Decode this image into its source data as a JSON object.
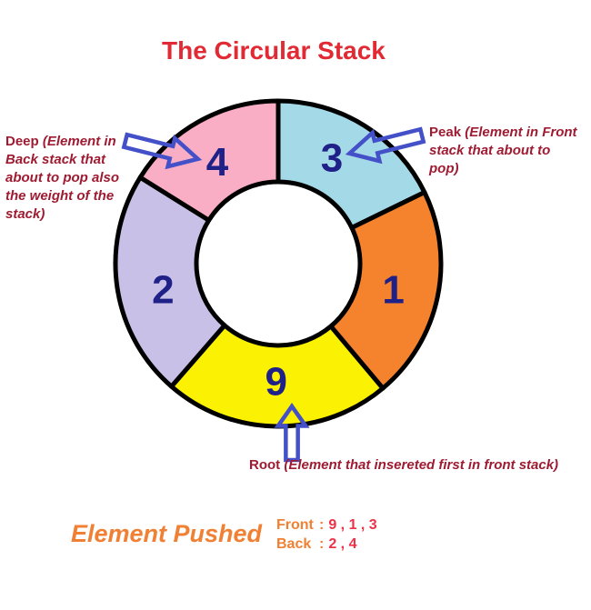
{
  "title": {
    "text": "The Circular Stack",
    "color": "#E12A33"
  },
  "donut": {
    "outline_color": "#000000",
    "number_color": "#1F2189",
    "segments": [
      {
        "label": "3",
        "color": "#A4D9E7",
        "start_angle": 0,
        "end_angle": 64,
        "label_angle": 27
      },
      {
        "label": "1",
        "color": "#F5822D",
        "start_angle": 64,
        "end_angle": 140,
        "label_angle": 103
      },
      {
        "label": "9",
        "color": "#FBF102",
        "start_angle": 140,
        "end_angle": 221,
        "label_angle": 181
      },
      {
        "label": "2",
        "color": "#C8C0E6",
        "start_angle": 221,
        "end_angle": 302,
        "label_angle": 257
      },
      {
        "label": "4",
        "color": "#F9AEC6",
        "start_angle": 302,
        "end_angle": 360,
        "label_angle": 329
      }
    ]
  },
  "annotations": {
    "text_color": "#9E1B32",
    "deep": {
      "label": "Deep",
      "lines": [
        "(Element in",
        "Back stack that",
        "about to pop also",
        "the weight of the",
        "stack)"
      ]
    },
    "peak": {
      "label": "Peak",
      "lines": [
        "(Element in Front",
        "stack that about to",
        "pop)"
      ]
    },
    "root": {
      "label": "Root",
      "rest": "(Element that insereted first in front stack)"
    }
  },
  "arrows": {
    "color": "#4350C8"
  },
  "footer": {
    "heading": "Element Pushed",
    "heading_color": "#F08033",
    "sep": ":",
    "front_label": "Front",
    "front_values": "9 , 1 , 3",
    "back_label": "Back",
    "back_values": "2 , 4",
    "values_color": "#ED3147"
  }
}
